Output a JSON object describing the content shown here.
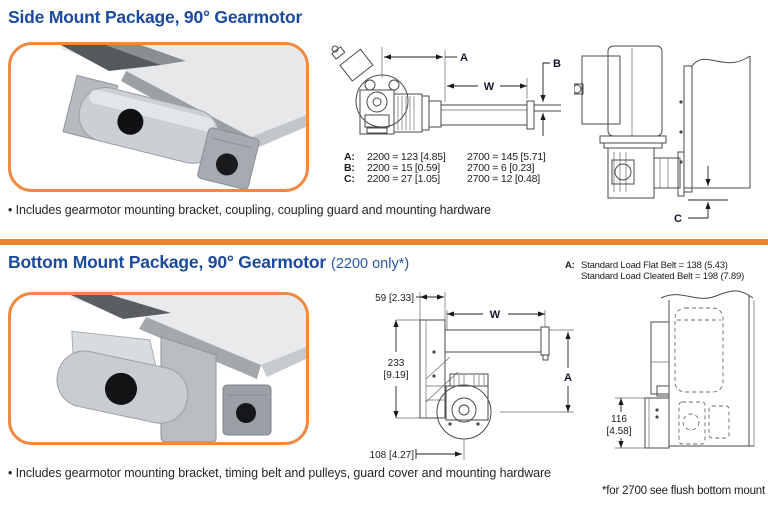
{
  "colors": {
    "title_blue": "#1b4a9e",
    "accent_orange": "#ee8532"
  },
  "side_mount": {
    "title": "Side Mount Package, 90° Gearmotor",
    "bullet": "• Includes gearmotor mounting bracket, coupling, coupling guard and mounting hardware",
    "drawing": {
      "dim_a": "A",
      "dim_w": "W",
      "dim_b": "B",
      "dim_c": "C"
    },
    "dims": [
      {
        "label": "A:",
        "col2200": "2200 = 123 [4.85]",
        "col2700": "2700 = 145 [5.71]"
      },
      {
        "label": "B:",
        "col2200": "2200 = 15 [0.59]",
        "col2700": "2700 = 6 [0.23]"
      },
      {
        "label": "C:",
        "col2200": "2200 = 27 [1.05]",
        "col2700": "2700 = 12 [0.48]"
      }
    ]
  },
  "bottom_mount": {
    "title": "Bottom Mount Package, 90° Gearmotor",
    "title_note": "(2200 only*)",
    "belt_note": {
      "label": "A:",
      "line1": "Standard Load Flat Belt = 138 (5.43)",
      "line2": "Standard Load Cleated Belt = 198 (7.89)"
    },
    "drawing": {
      "dim_top": "59 [2.33]",
      "dim_w": "W",
      "dim_left_1": "233",
      "dim_left_2": "[9.19]",
      "dim_a": "A",
      "dim_bottom": "108 [4.27]",
      "dim_right_1": "116",
      "dim_right_2": "[4.58]"
    },
    "bullet": "• Includes gearmotor mounting bracket, timing belt and pulleys, guard cover and mounting hardware",
    "footnote": "*for 2700 see flush bottom mount"
  }
}
